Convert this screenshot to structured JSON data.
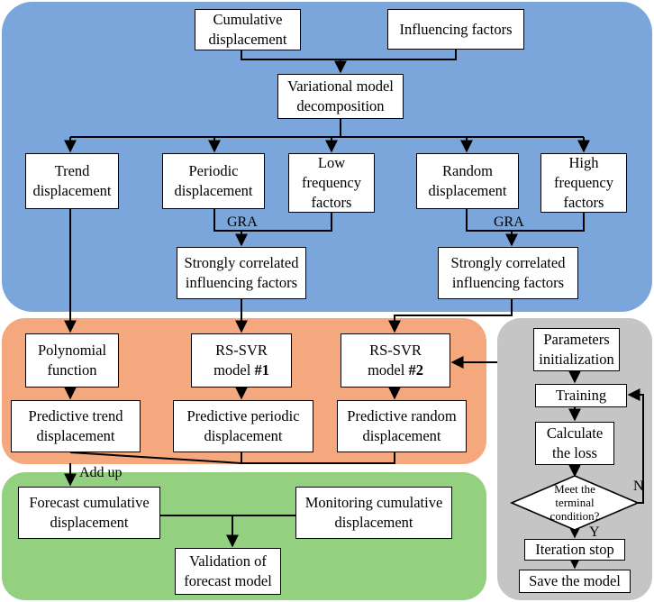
{
  "nodes": {
    "cumulative_displacement": "Cumulative\ndisplacement",
    "influencing_factors": "Influencing factors",
    "vmd": "Variational model\ndecomposition",
    "trend_displacement": "Trend\ndisplacement",
    "periodic_displacement": "Periodic\ndisplacement",
    "low_frequency_factors": "Low\nfrequency\nfactors",
    "random_displacement": "Random\ndisplacement",
    "high_frequency_factors": "High\nfrequency\nfactors",
    "strong_factors_left": "Strongly correlated\ninfluencing factors",
    "strong_factors_right": "Strongly correlated\ninfluencing factors",
    "polynomial_function": "Polynomial\nfunction",
    "rs_svr_1_line1": "RS-SVR",
    "rs_svr_1_line2": "model ",
    "rs_svr_1_num": "#1",
    "rs_svr_2_line1": "RS-SVR",
    "rs_svr_2_line2": "model ",
    "rs_svr_2_num": "#2",
    "pred_trend": "Predictive trend\ndisplacement",
    "pred_periodic": "Predictive periodic\ndisplacement",
    "pred_random": "Predictive random\ndisplacement",
    "forecast_cumulative": "Forecast cumulative\ndisplacement",
    "monitoring_cumulative": "Monitoring cumulative\ndisplacement",
    "validation": "Validation of\nforecast model",
    "params_init": "Parameters\ninitialization",
    "training": "Training",
    "calc_loss": "Calculate\nthe loss",
    "terminal_condition": "Meet the\nterminal\ncondition?",
    "iteration_stop": "Iteration stop",
    "save_model": "Save the model"
  },
  "labels": {
    "gra_left": "GRA",
    "gra_right": "GRA",
    "add_up": "Add up",
    "no": "N",
    "yes": "Y"
  },
  "colors": {
    "decomposition_region": "#7aa6dc",
    "modeling_region": "#f5a87e",
    "validation_region": "#93d07f",
    "optimization_region": "#c5c5c5"
  }
}
